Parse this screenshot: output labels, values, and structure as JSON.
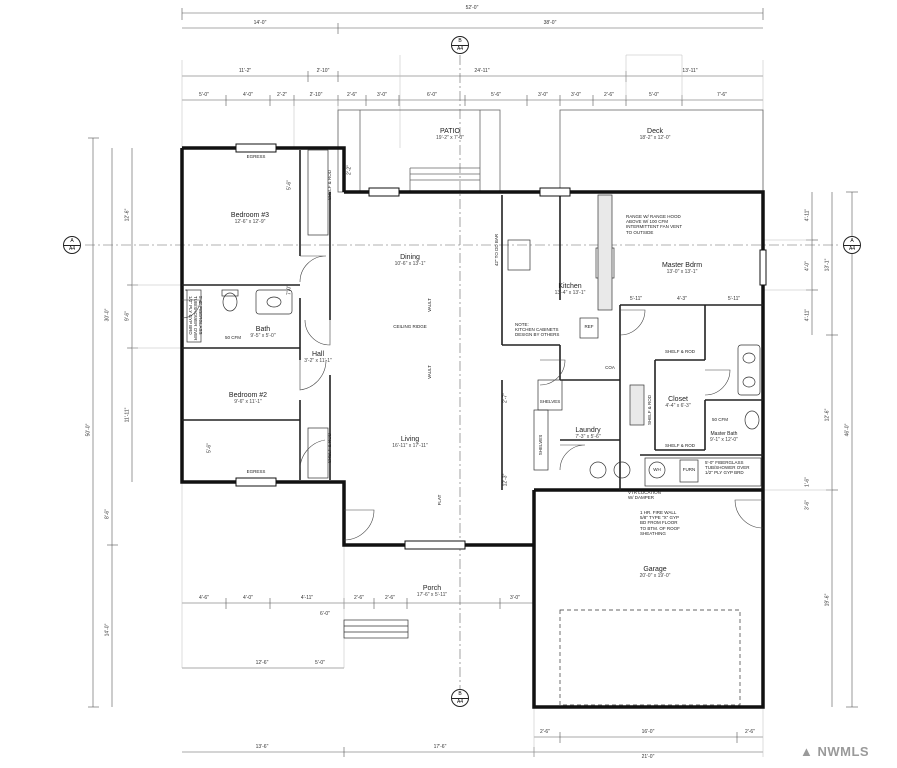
{
  "rooms": {
    "patio": {
      "name": "PATIO",
      "size": "19'-2\" x 7'-0\""
    },
    "deck": {
      "name": "Deck",
      "size": "18'-2\" x 12'-0\""
    },
    "bedroom3": {
      "name": "Bedroom #3",
      "size": "12'-6\" x 12'-9\""
    },
    "dining": {
      "name": "Dining",
      "size": "10'-6\" x 13'-1\""
    },
    "kitchen": {
      "name": "Kitchen",
      "size": "13'-4\" x 13'-1\""
    },
    "master": {
      "name": "Master Bdrm",
      "size": "13'-0\" x 13'-1\""
    },
    "bath": {
      "name": "Bath",
      "size": "9'-5\" x 5'-0\""
    },
    "hall": {
      "name": "Hall",
      "size": "3'-2\" x 11'-1\""
    },
    "bedroom2": {
      "name": "Bedroom #2",
      "size": "9'-6\" x 11'-1\""
    },
    "living": {
      "name": "Living",
      "size": "16'-11\" x 17'-11\""
    },
    "closet": {
      "name": "Closet",
      "size": "4'-4\" x 6'-3\""
    },
    "laundry": {
      "name": "Laundry",
      "size": "7'-3\" x 5'-6\""
    },
    "masterbath": {
      "name": "Master Bath",
      "size": "9'-1\" x 12'-0\""
    },
    "garage": {
      "name": "Garage",
      "size": "20'-0\" x 19'-0\""
    },
    "porch": {
      "name": "Porch",
      "size": "17'-6\" x 5'-11\""
    }
  },
  "labels": {
    "egress_top": "EGRESS",
    "egress_bottom": "EGRESS",
    "vault_upper": "VAULT",
    "vault_lower": "VAULT",
    "ceiling_ridge": "CEILING RIDGE",
    "flat": "FLAT",
    "shelf_rod_1": "SHELF & ROD",
    "shelf_rod_2": "SHELF & ROD",
    "shelf_rod_3": "SHELF & ROD",
    "shelf_rod_4": "SHELF & ROD",
    "shelf_rod_5": "SHELF & ROD",
    "shelves_1": "SHELVES",
    "shelves_2": "SHELVES",
    "ref": "REF",
    "wh": "WH",
    "furn": "FURN",
    "coa": "COA",
    "cfm_1": "50 CFM",
    "cfm_2": "50 CFM",
    "bar_height": "42\" TO DD BAR",
    "range_note": "RANGE W/ RANGE HOOD\nABOVE W/ 100 CFM\nINTERMITTENT FAN VENT\nTO OUTSIDE",
    "kitchen_note": "NOTE:\nKITCHEN CABINETS\nDESIGN BY OTHERS",
    "fiberglass_1": "5'-0\" FIBERGLASS\nTUB/SHOWER OVER\n1/2\" PLY GYP BRD",
    "fiberglass_2": "5'-0\" FIBERGLASS\nTUB/SHOWER OVER\n1/2\" PLY GYP BRD",
    "vtr_note": "VTR LOCATION\nW/ DAMPER",
    "firewall_note": "1 HR. FIRE WALL\n5/8\" TYPE \"X\" GYP\nBD FROM FLOOR\nTO BTM. OF ROOF\nSHEATHING"
  },
  "markers": {
    "top": {
      "letter": "B",
      "sheet": "A4"
    },
    "bottom": {
      "letter": "B",
      "sheet": "A4"
    },
    "left": {
      "letter": "A",
      "sheet": "A4"
    },
    "right": {
      "letter": "A",
      "sheet": "A4"
    }
  },
  "dimensions": {
    "top": {
      "overall": "52'-0\"",
      "row2_left": "14'-0\"",
      "row2_right": "38'-0\"",
      "row3_a": "11'-2\"",
      "row3_b": "2'-10\"",
      "row3_c": "24'-11\"",
      "row3_d": "13'-11\"",
      "row4": [
        "5'-0\"",
        "4'-0\"",
        "2'-2\"",
        "2'-10\"",
        "2'-6\"",
        "3'-0\"",
        "6'-0\"",
        "5'-6\"",
        "3'-0\"",
        "3'-0\"",
        "2'-6\"",
        "5'-0\"",
        "7'-6\""
      ]
    },
    "left": {
      "overall": "50'-0\"",
      "a": "30'-0\"",
      "b": "12'-6\"",
      "c": "9'-6\"",
      "d": "11'-11\"",
      "e": "8'-6\"",
      "f": "14'-0\"",
      "g": "5'-6\"",
      "h": "5'-6\""
    },
    "right": {
      "overall": "46'-0\"",
      "a": "13'-1\"",
      "b": "12'-6\"",
      "c": "19'-6\"",
      "d": "4'-11\"",
      "e": "4'-0\"",
      "f": "4'-11\"",
      "g": "3'-6\"",
      "h": "1'-6\""
    },
    "bottom": {
      "a": "13'-6\"",
      "b": "17'-6\"",
      "c": "21'-0\"",
      "d": "16'-0\"",
      "e": "2'-6\"",
      "f": "2'-6\""
    },
    "porch_row": [
      "4'-6\"",
      "4'-0\"",
      "4'-11\"",
      "2'-6\"",
      "2'-6\"",
      "3'-0\""
    ],
    "inner": {
      "living_a": "2'-7\"",
      "living_b": "12'-3\"",
      "ki_a": "5'-11\"",
      "ki_b": "4'-3\"",
      "ki_c": "5'-11\"",
      "bed2_a": "12'-6\"",
      "bed2_b": "5'-0\"",
      "step": "6'-0\"",
      "hall_a": "7'-0\"",
      "left_c": "2'-2\""
    }
  },
  "watermark": "NWMLS"
}
